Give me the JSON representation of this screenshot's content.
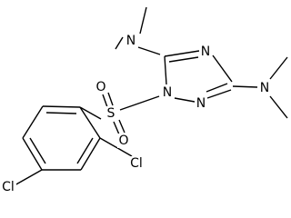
{
  "molecule": {
    "atom_labels": {
      "n_dimethyl_top": "N",
      "n_dimethyl_right": "N",
      "n_ring_1": "N",
      "n_ring_2": "N",
      "n_ring_4": "N",
      "sulfur": "S",
      "oxygen_upper": "O",
      "oxygen_lower": "O",
      "chlorine_left": "Cl",
      "chlorine_ortho": "Cl"
    }
  }
}
